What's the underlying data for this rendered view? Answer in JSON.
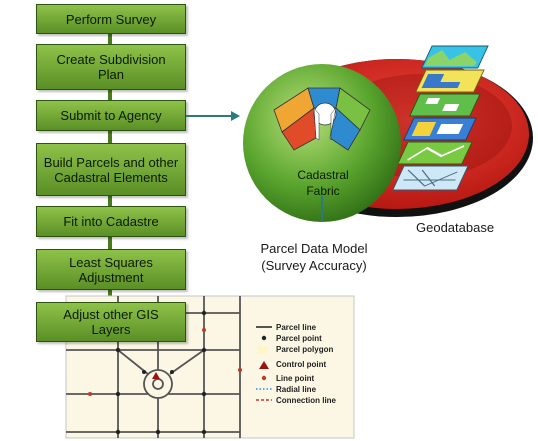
{
  "flow": {
    "steps": [
      {
        "label": "Perform Survey"
      },
      {
        "label": "Create Subdivision Plan"
      },
      {
        "label": "Submit to Agency"
      },
      {
        "label": "Build Parcels and other Cadastral Elements"
      },
      {
        "label": "Fit into Cadastre"
      },
      {
        "label": "Least Squares Adjustment"
      },
      {
        "label": "Adjust other GIS Layers"
      }
    ]
  },
  "labels": {
    "cadastral_fabric": "Cadastral Fabric",
    "geodatabase": "Geodatabase",
    "parcel_data_model_line1": "Parcel Data Model",
    "parcel_data_model_line2": "(Survey Accuracy)"
  },
  "legend": {
    "items": [
      {
        "label": "Parcel line",
        "icon": "solid-line"
      },
      {
        "label": "Parcel point",
        "icon": "dot"
      },
      {
        "label": "Parcel polygon",
        "icon": "polygon"
      },
      {
        "label": "Control point",
        "icon": "triangle"
      },
      {
        "label": "Line point",
        "icon": "red-dot"
      },
      {
        "label": "Radial line",
        "icon": "dotted-line"
      },
      {
        "label": "Connection line",
        "icon": "dashed-line"
      }
    ]
  },
  "colors": {
    "step_fill_top": "#8fc249",
    "step_fill_bottom": "#5a8f26",
    "arrow": "#2a7c7c",
    "fabric_green": "#4c9a2a",
    "geodatabase_red": "#d8231c"
  }
}
